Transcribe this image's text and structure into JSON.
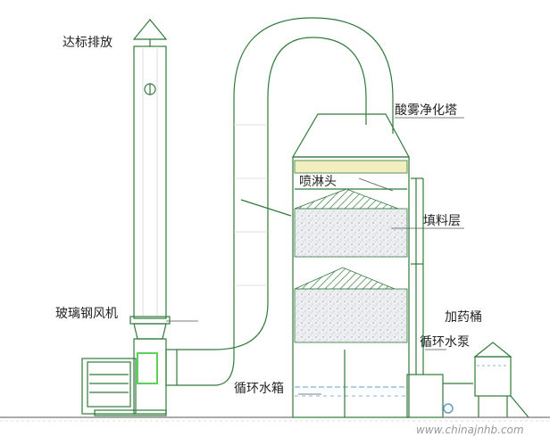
{
  "labels": {
    "exhaust": "达标排放",
    "tower": "酸雾净化塔",
    "spray_head": "喷淋头",
    "packing": "填料层",
    "fan": "玻璃钢风机",
    "dosing_tank": "加药桶",
    "pump": "循环水泵",
    "water_tank": "循环水箱"
  },
  "watermark": "www.chinajnhb.com",
  "colors": {
    "line": "#2f7a3a",
    "packing_fill": "#e9ecef",
    "demister": "#f2eec0",
    "water": "#5aa1c9",
    "fan_accent": "#5ad15a",
    "pump_accent": "#5aa1c9"
  }
}
